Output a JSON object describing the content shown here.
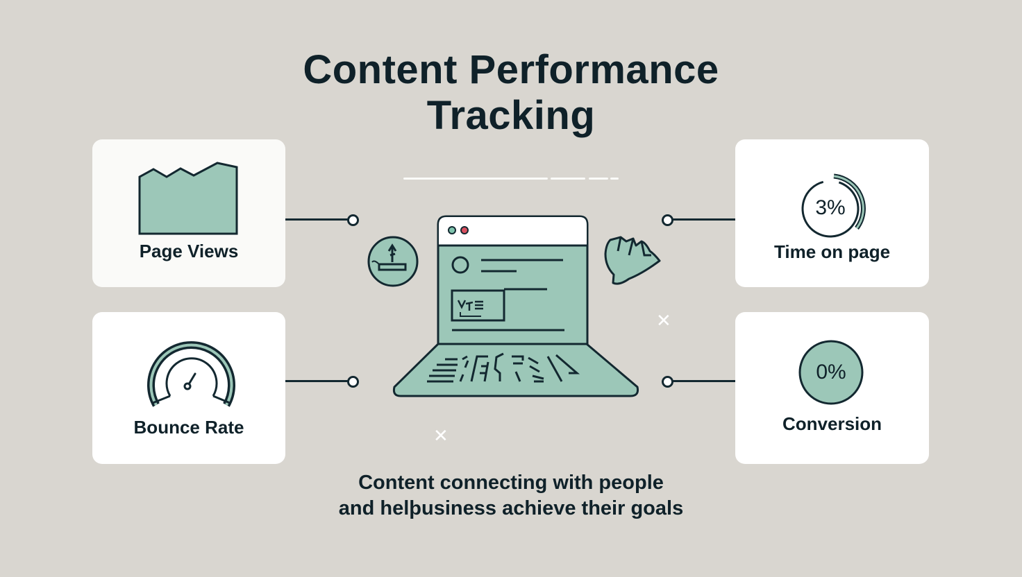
{
  "header": {
    "title_line1": "Content Performance",
    "title_line2": "Tracking"
  },
  "metrics": [
    {
      "id": "page-views",
      "label": "Page Views",
      "icon": "area-chart-icon"
    },
    {
      "id": "bounce-rate",
      "label": "Bounce Rate",
      "icon": "gauge-icon"
    },
    {
      "id": "time-on-page",
      "label": "Time on page",
      "value": "3%",
      "icon": "progress-ring-icon"
    },
    {
      "id": "conversion",
      "label": "Conversion",
      "value": "0%",
      "icon": "filled-circle-icon"
    }
  ],
  "center": {
    "illustration": "laptop-browser-icon",
    "left_badge": "upload-tray-icon",
    "right_badge": "hand-icon"
  },
  "footer": {
    "subtitle_line1": "Content connecting with people",
    "subtitle_line2": "and helþusiness achieve their goals"
  },
  "colors": {
    "background": "#d9d6d0",
    "card": "#ffffff",
    "accent_green": "#9cc7b8",
    "ink": "#0f2129",
    "window_dot_green": "#7fc4ad",
    "window_dot_red": "#d9505f"
  }
}
